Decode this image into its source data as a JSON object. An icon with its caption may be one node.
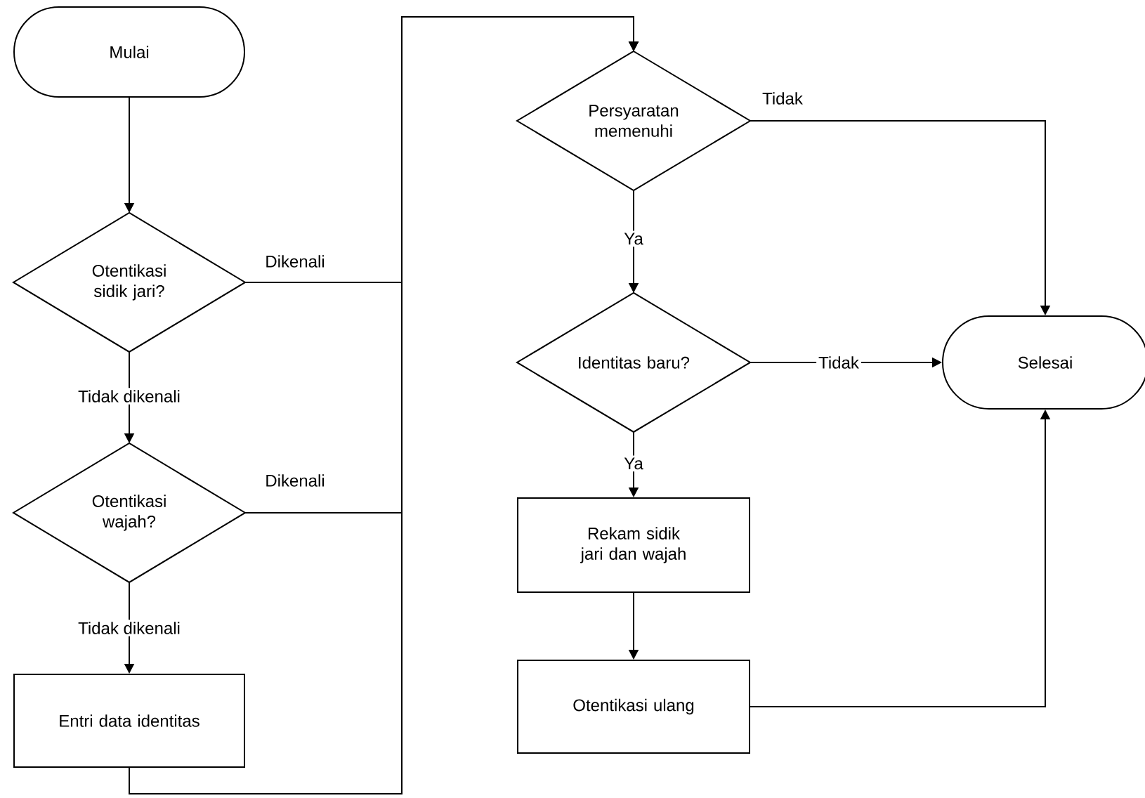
{
  "diagram": {
    "nodes": [
      {
        "text": [
          "Mulai"
        ]
      },
      {
        "text": [
          "Otentikasi sidik jari?"
        ]
      },
      {
        "text": [
          "Otentikasi wajah?"
        ]
      },
      {
        "text": [
          "Entri data identitas"
        ]
      },
      {
        "text": [
          "Persyaratan memenuhi"
        ]
      },
      {
        "text": [
          "Identitas baru?"
        ]
      },
      {
        "text": [
          "Rekam sidik jari dan wajah"
        ]
      },
      {
        "text": [
          "Otentikasi ulang"
        ]
      },
      {
        "text": [
          "Selesai"
        ]
      }
    ],
    "edges": [
      {
        "from": 0,
        "to": 1,
        "arrow": "to"
      },
      {
        "from": 1,
        "to": 2,
        "arrow": "to",
        "label": "Tidak dikenali"
      },
      {
        "from": 2,
        "to": 3,
        "arrow": "to",
        "label": "Tidak dikenali"
      },
      {
        "from": 1,
        "to": 4,
        "arrow": "to",
        "label": "Dikenali"
      },
      {
        "from": 2,
        "to": 4,
        "arrow": "to",
        "label": "Dikenali"
      },
      {
        "from": 3,
        "to": 4,
        "arrow": "to"
      },
      {
        "from": 4,
        "to": 8,
        "arrow": "to",
        "label": "Tidak"
      },
      {
        "from": 4,
        "to": 5,
        "arrow": "to",
        "label": "Ya"
      },
      {
        "from": 5,
        "to": 8,
        "arrow": "to",
        "label": "Tidak"
      },
      {
        "from": 5,
        "to": 6,
        "arrow": "to",
        "label": "Ya"
      },
      {
        "from": 6,
        "to": 7,
        "arrow": "to"
      },
      {
        "from": 7,
        "to": 8,
        "arrow": "to"
      }
    ]
  }
}
